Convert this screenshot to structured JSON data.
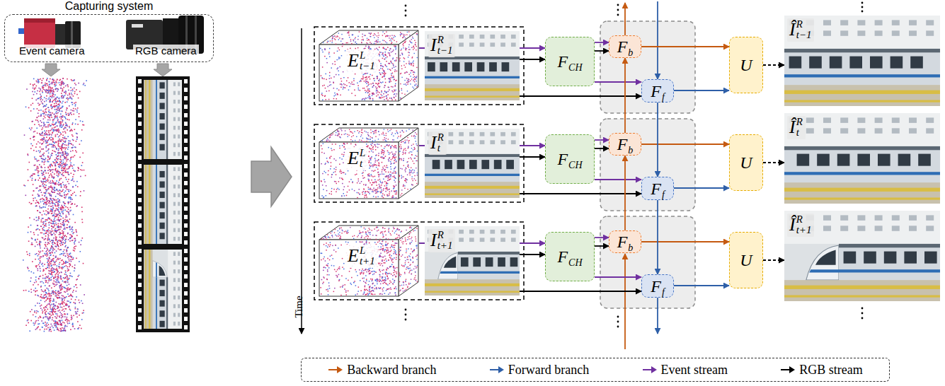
{
  "diagram": {
    "nodes": [
      {
        "text": [
          "Capturing system"
        ]
      },
      {
        "text": [
          "E",
          "L",
          "t−1"
        ]
      },
      {
        "text": [
          "I",
          "R",
          "t−1"
        ]
      },
      {
        "text": [
          "F",
          "CH"
        ]
      },
      {
        "text": [
          "F",
          "b"
        ]
      },
      {
        "text": [
          "F",
          "f"
        ]
      },
      {
        "text": [
          "U"
        ]
      },
      {
        "text": [
          "Î",
          "R",
          "t−1"
        ]
      },
      {
        "text": [
          "E",
          "L",
          "t"
        ]
      },
      {
        "text": [
          "I",
          "R",
          "t"
        ]
      },
      {
        "text": [
          "F",
          "CH"
        ]
      },
      {
        "text": [
          "F",
          "b"
        ]
      },
      {
        "text": [
          "F",
          "f"
        ]
      },
      {
        "text": [
          "U"
        ]
      },
      {
        "text": [
          "Î",
          "R",
          "t"
        ]
      },
      {
        "text": [
          "E",
          "L",
          "t+1"
        ]
      },
      {
        "text": [
          "I",
          "R",
          "t+1"
        ]
      },
      {
        "text": [
          "F",
          "CH"
        ]
      },
      {
        "text": [
          "F",
          "b"
        ]
      },
      {
        "text": [
          "F",
          "f"
        ]
      },
      {
        "text": [
          "U"
        ]
      },
      {
        "text": [
          "Î",
          "R",
          "t+1"
        ]
      }
    ],
    "edges": [
      {
        "from": 1,
        "to": 3,
        "arrow": "to"
      },
      {
        "from": 2,
        "to": 3,
        "arrow": "to"
      },
      {
        "from": 3,
        "to": 4,
        "arrow": "to"
      },
      {
        "from": 3,
        "to": 4,
        "arrow": "to"
      },
      {
        "from": 3,
        "to": 5,
        "arrow": "to"
      },
      {
        "from": 2,
        "to": 5,
        "arrow": "to"
      },
      {
        "from": 4,
        "to": 6,
        "arrow": "to"
      },
      {
        "from": 5,
        "to": 6,
        "arrow": "to"
      },
      {
        "from": 6,
        "to": 7,
        "arrow": "to"
      },
      {
        "from": 8,
        "to": 10,
        "arrow": "to"
      },
      {
        "from": 9,
        "to": 10,
        "arrow": "to"
      },
      {
        "from": 10,
        "to": 11,
        "arrow": "to"
      },
      {
        "from": 10,
        "to": 11,
        "arrow": "to"
      },
      {
        "from": 10,
        "to": 12,
        "arrow": "to"
      },
      {
        "from": 9,
        "to": 12,
        "arrow": "to"
      },
      {
        "from": 11,
        "to": 13,
        "arrow": "to"
      },
      {
        "from": 12,
        "to": 13,
        "arrow": "to"
      },
      {
        "from": 13,
        "to": 14,
        "arrow": "to"
      },
      {
        "from": 15,
        "to": 17,
        "arrow": "to"
      },
      {
        "from": 16,
        "to": 17,
        "arrow": "to"
      },
      {
        "from": 17,
        "to": 18,
        "arrow": "to"
      },
      {
        "from": 17,
        "to": 18,
        "arrow": "to"
      },
      {
        "from": 17,
        "to": 19,
        "arrow": "to"
      },
      {
        "from": 16,
        "to": 19,
        "arrow": "to"
      },
      {
        "from": 18,
        "to": 20,
        "arrow": "to"
      },
      {
        "from": 19,
        "to": 20,
        "arrow": "to"
      },
      {
        "from": 20,
        "to": 21,
        "arrow": "to"
      },
      {
        "from": 11,
        "to": 4,
        "arrow": "to"
      },
      {
        "from": 18,
        "to": 11,
        "arrow": "to"
      },
      {
        "from": 5,
        "to": 12,
        "arrow": "to"
      },
      {
        "from": 12,
        "to": 19,
        "arrow": "to"
      }
    ],
    "labels": [
      "Event camera",
      "RGB camera",
      "Time"
    ],
    "legend": [
      {
        "text": "Backward branch"
      },
      {
        "text": "Forward branch"
      },
      {
        "text": "Event stream"
      },
      {
        "text": "RGB stream"
      }
    ]
  }
}
